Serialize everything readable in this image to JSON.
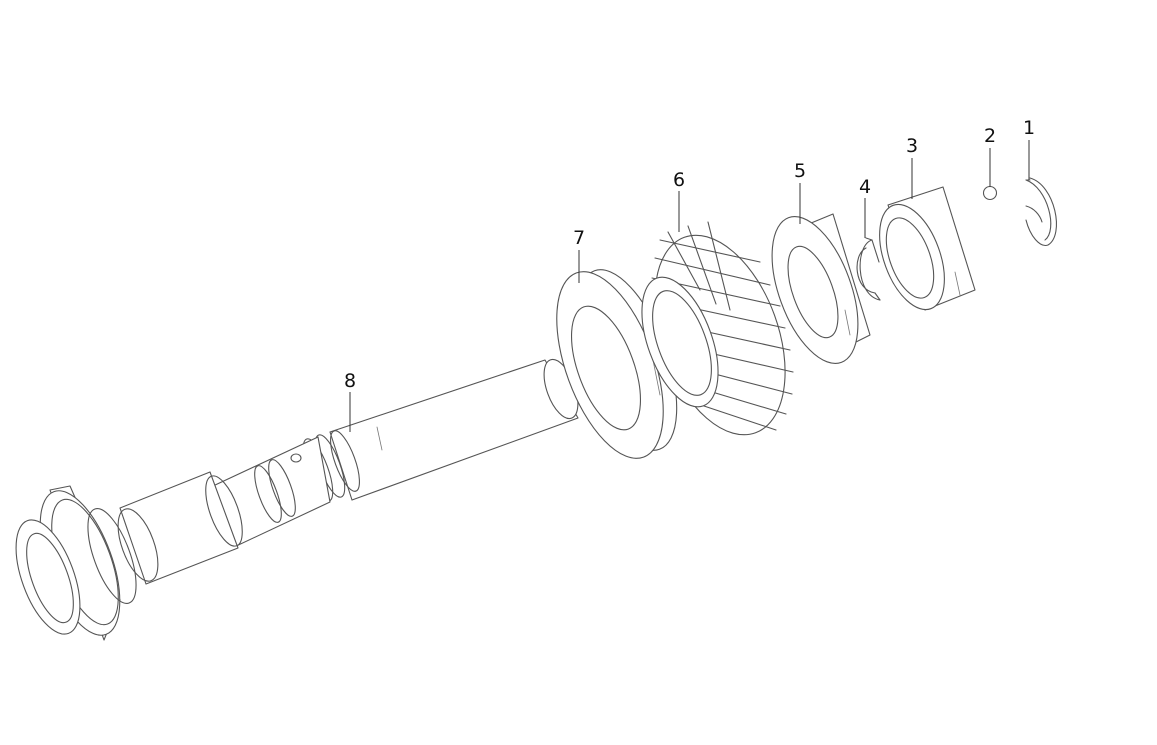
{
  "callouts": {
    "p1": "1",
    "p2": "2",
    "p3": "3",
    "p4": "4",
    "p5": "5",
    "p6": "6",
    "p7": "7",
    "p8": "8"
  },
  "colors": {
    "line": "#555555",
    "background": "#ffffff",
    "label": "#111111"
  }
}
